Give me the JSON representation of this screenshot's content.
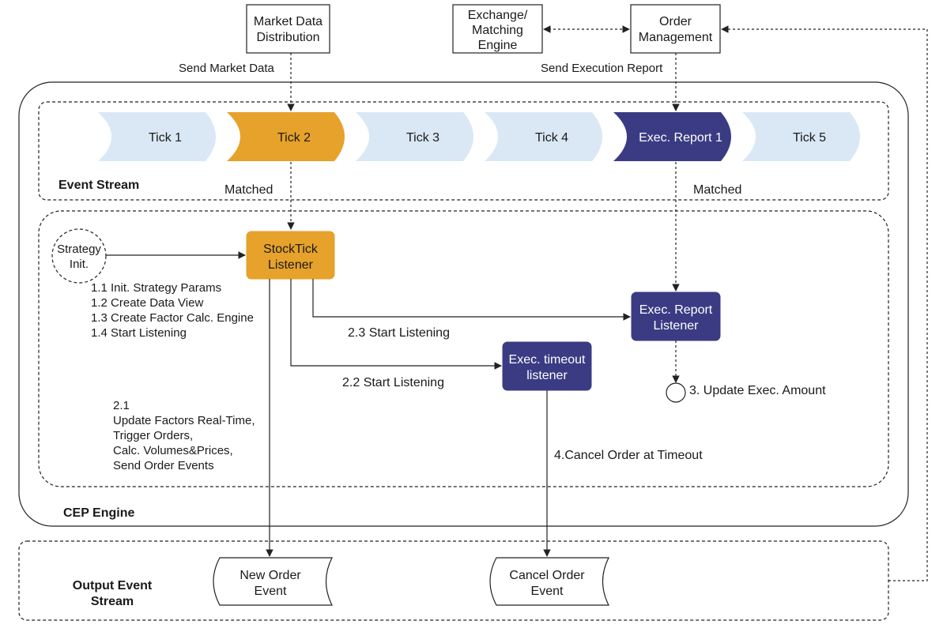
{
  "colors": {
    "tick_light": "#dae8f5",
    "tick_highlight": "#e6a22a",
    "exec_dark": "#3b3b84",
    "stroke": "#222222"
  },
  "top_boxes": {
    "market_data": [
      "Market Data",
      "Distribution"
    ],
    "exchange": [
      "Exchange/",
      "Matching",
      "Engine"
    ],
    "order_mgmt": [
      "Order",
      "Management"
    ]
  },
  "edge_labels": {
    "send_market_data": "Send Market Data",
    "send_exec_report": "Send Execution Report",
    "matched_left": "Matched",
    "matched_right": "Matched",
    "start_listening_23": "2.3 Start Listening",
    "start_listening_22": "2.2 Start Listening",
    "update_exec_amount": "3. Update Exec. Amount",
    "cancel_timeout": "4.Cancel Order at Timeout"
  },
  "event_stream": {
    "title": "Event Stream",
    "items": [
      {
        "label": "Tick 1",
        "kind": "tick"
      },
      {
        "label": "Tick 2",
        "kind": "highlight"
      },
      {
        "label": "Tick 3",
        "kind": "tick"
      },
      {
        "label": "Tick 4",
        "kind": "tick"
      },
      {
        "label": "Exec. Report 1",
        "kind": "exec"
      },
      {
        "label": "Tick 5",
        "kind": "tick"
      }
    ]
  },
  "strategy": {
    "circle": [
      "Strategy",
      "Init."
    ],
    "steps": [
      "1.1 Init. Strategy Params",
      "1.2 Create Data View",
      "1.3 Create Factor Calc. Engine",
      "1.4 Start Listening"
    ]
  },
  "listeners": {
    "stocktick": [
      "StockTick",
      "Listener"
    ],
    "exec_report": [
      "Exec. Report",
      "Listener"
    ],
    "exec_timeout": [
      "Exec. timeout",
      "listener"
    ]
  },
  "factors_note": [
    "2.1",
    "Update Factors Real-Time,",
    "Trigger Orders,",
    "Calc. Volumes&Prices,",
    "Send Order Events"
  ],
  "cep_engine_label": "CEP Engine",
  "output_stream": {
    "title": [
      "Output Event",
      "Stream"
    ],
    "new_order": [
      "New Order",
      "Event"
    ],
    "cancel_order": [
      "Cancel Order",
      "Event"
    ]
  }
}
